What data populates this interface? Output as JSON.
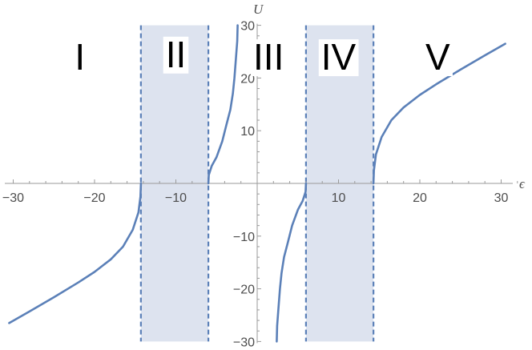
{
  "chart_data": {
    "type": "line",
    "title": "",
    "xlabel": "ϵ",
    "ylabel": "U",
    "xlim": [
      -31,
      33
    ],
    "ylim": [
      -30,
      30
    ],
    "x_ticks": [
      -30,
      -20,
      -10,
      10,
      20,
      30
    ],
    "x_tick_labels": [
      "−30",
      "−20",
      "−10",
      "10",
      "20",
      "30"
    ],
    "y_ticks": [
      -30,
      -20,
      -10,
      10,
      20,
      30
    ],
    "y_tick_labels": [
      "−30",
      "−20",
      "−10",
      "10",
      "20",
      "30"
    ],
    "grid": false,
    "colors": {
      "curve": "#5b80b8",
      "region_fill": "#dde3ef",
      "region_border": "#5b80b8",
      "axis": "#9a9a9a",
      "text": "#4d4d4d"
    },
    "shaded_regions": [
      {
        "label": "II",
        "x": [
          -14.3,
          -6
        ]
      },
      {
        "label": "IV",
        "x": [
          6,
          14.3
        ]
      }
    ],
    "region_labels": [
      {
        "label": "I",
        "x": -21.8,
        "y": 24
      },
      {
        "label": "II",
        "x": -10,
        "y": 24.5
      },
      {
        "label": "III",
        "x": 1.4,
        "y": 24
      },
      {
        "label": "IV",
        "x": 10,
        "y": 24
      },
      {
        "label": "V",
        "x": 22.2,
        "y": 24
      }
    ],
    "series": [
      {
        "values": [
          [
            -30.5,
            -26.5
          ],
          [
            -28,
            -24.3
          ],
          [
            -25,
            -21.6
          ],
          [
            -22,
            -18.8
          ],
          [
            -20,
            -16.8
          ],
          [
            -18,
            -14.4
          ],
          [
            -16.5,
            -12
          ],
          [
            -15.3,
            -8.8
          ],
          [
            -14.6,
            -5.5
          ],
          [
            -14.35,
            -2.5
          ],
          [
            -14.3,
            0
          ]
        ]
      },
      {
        "values": [
          [
            -6,
            0
          ],
          [
            -5.95,
            1.6
          ],
          [
            -5.6,
            3.3
          ],
          [
            -5,
            5
          ],
          [
            -4.3,
            8
          ],
          [
            -3.8,
            11
          ],
          [
            -3.3,
            14
          ],
          [
            -3,
            17
          ],
          [
            -2.8,
            20
          ],
          [
            -2.6,
            24
          ],
          [
            -2.45,
            27
          ],
          [
            -2.4,
            30
          ]
        ]
      },
      {
        "values": [
          [
            2.4,
            -30
          ],
          [
            2.45,
            -27
          ],
          [
            2.6,
            -24
          ],
          [
            2.8,
            -20
          ],
          [
            3,
            -17
          ],
          [
            3.3,
            -14
          ],
          [
            3.8,
            -11
          ],
          [
            4.3,
            -8
          ],
          [
            5,
            -5
          ],
          [
            5.6,
            -3.3
          ],
          [
            5.95,
            -1.6
          ],
          [
            6,
            0
          ]
        ]
      },
      {
        "values": [
          [
            14.3,
            0
          ],
          [
            14.35,
            2.5
          ],
          [
            14.6,
            5.5
          ],
          [
            15.3,
            8.8
          ],
          [
            16.5,
            12
          ],
          [
            18,
            14.4
          ],
          [
            20,
            16.8
          ],
          [
            22,
            18.8
          ],
          [
            25,
            21.6
          ],
          [
            28,
            24.3
          ],
          [
            30.5,
            26.5
          ]
        ]
      }
    ]
  }
}
